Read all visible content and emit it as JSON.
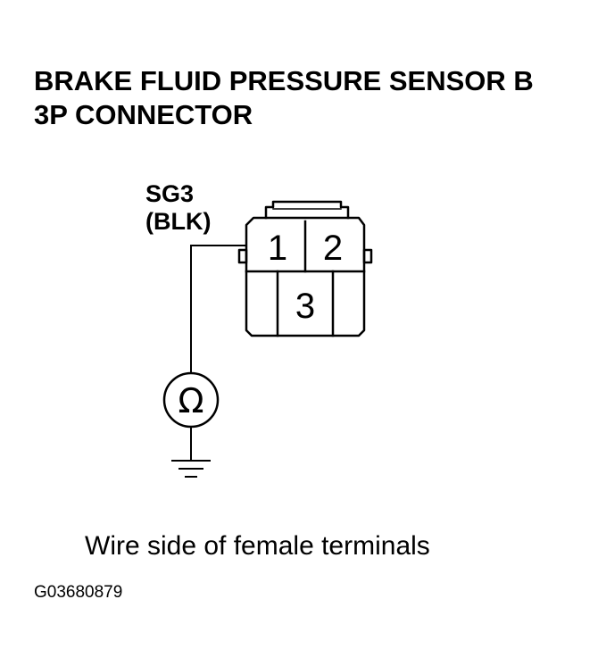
{
  "title": {
    "line1": "BRAKE FLUID PRESSURE SENSOR B",
    "line2": "3P CONNECTOR"
  },
  "wire": {
    "signal": "SG3",
    "color": "(BLK)"
  },
  "connector": {
    "pins": [
      "1",
      "2",
      "3"
    ]
  },
  "meter": {
    "symbol": "Ω",
    "icon": "ohmmeter-icon"
  },
  "ground": {
    "icon": "ground-icon"
  },
  "caption": "Wire side of female terminals",
  "figure_id": "G03680879",
  "colors": {
    "line": "#000000",
    "background": "#ffffff"
  }
}
